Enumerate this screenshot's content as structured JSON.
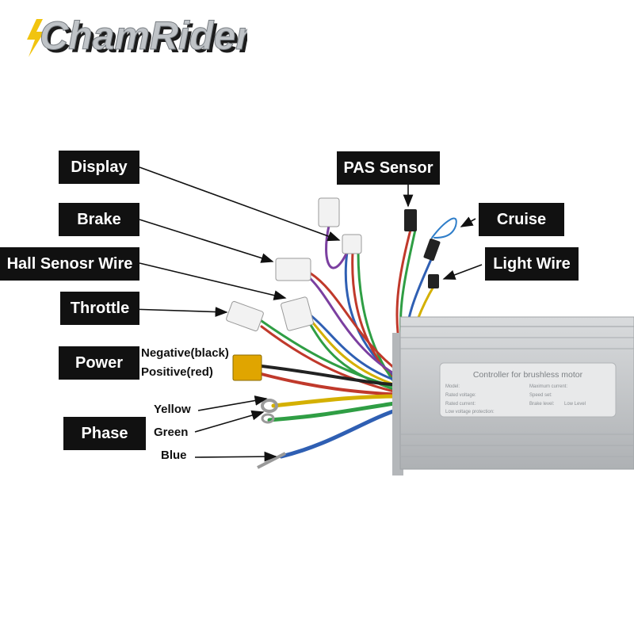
{
  "brand": {
    "name": "ChamRider",
    "colors": {
      "text": "#bfc3c7",
      "shadow": "#1c1c1c",
      "bolt": "#f1c40f"
    }
  },
  "labels": {
    "display": "Display",
    "brake": "Brake",
    "hall_sensor_wire": "Hall Senosr Wire",
    "throttle": "Throttle",
    "power": "Power",
    "power_negative": "Negative(black)",
    "power_positive": "Positive(red)",
    "phase": "Phase",
    "phase_yellow": "Yellow",
    "phase_green": "Green",
    "phase_blue": "Blue",
    "pas_sensor": "PAS Sensor",
    "cruise": "Cruise",
    "light_wire": "Light Wire"
  },
  "controller": {
    "title": "Controller for brushless motor",
    "rows": [
      [
        "Model:",
        "",
        "Maximum current:",
        ""
      ],
      [
        "Rated voltage:",
        "",
        "Speed set:",
        ""
      ],
      [
        "Rated current:",
        "",
        "Brake level:",
        "Low Level"
      ],
      [
        "Low voltage protection:",
        "",
        "",
        ""
      ]
    ],
    "color": "#c9cbcd"
  },
  "colors": {
    "label_bg": "#111111",
    "label_text": "#ffffff",
    "arrow": "#111111",
    "wire_red": "#c0392b",
    "wire_black": "#222222",
    "wire_yellow": "#d4b000",
    "wire_green": "#2f9e44",
    "wire_blue": "#2f5fb3",
    "connector": "#f2f2f2",
    "xt60": "#e0a500"
  }
}
